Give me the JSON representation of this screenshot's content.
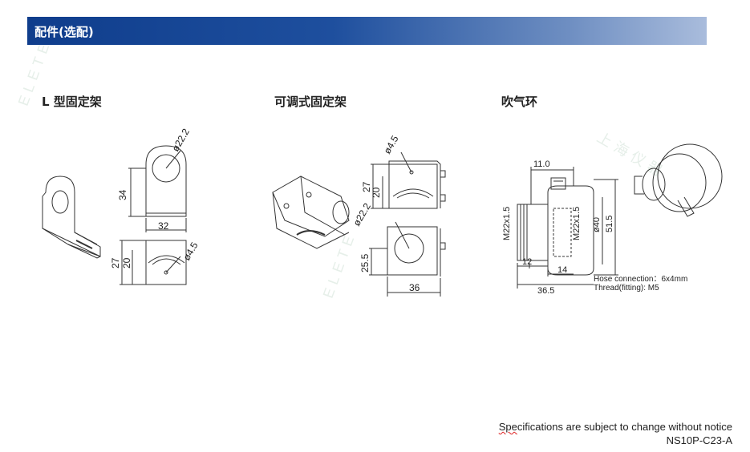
{
  "banner": {
    "title": "配件(选配)"
  },
  "sections": [
    {
      "title": "L 型固定架"
    },
    {
      "title": "可调式固定架"
    },
    {
      "title": "吹气环"
    }
  ],
  "l_bracket": {
    "dims": [
      "ø22.2",
      "34",
      "32",
      "27",
      "20",
      "ø4.5"
    ]
  },
  "adj_bracket": {
    "dims": [
      "ø4.5",
      "27",
      "20",
      "ø22.2",
      "25.5",
      "36"
    ]
  },
  "air_ring": {
    "dims": [
      "11.0",
      "M22x1.5",
      "M22x1.5",
      "ø40",
      "51.5",
      "12",
      "14",
      "36.5"
    ],
    "hose_connection": "Hose connection：6x4mm",
    "thread": "Thread(fitting): M5"
  },
  "footer": {
    "notice_first": "Spe",
    "notice_rest": "cifications are subject to change without notice",
    "code": "NS10P-C23-A"
  },
  "colors": {
    "banner_start": "#0f3d8c",
    "banner_end": "#a9bcdc",
    "line": "#333333"
  }
}
